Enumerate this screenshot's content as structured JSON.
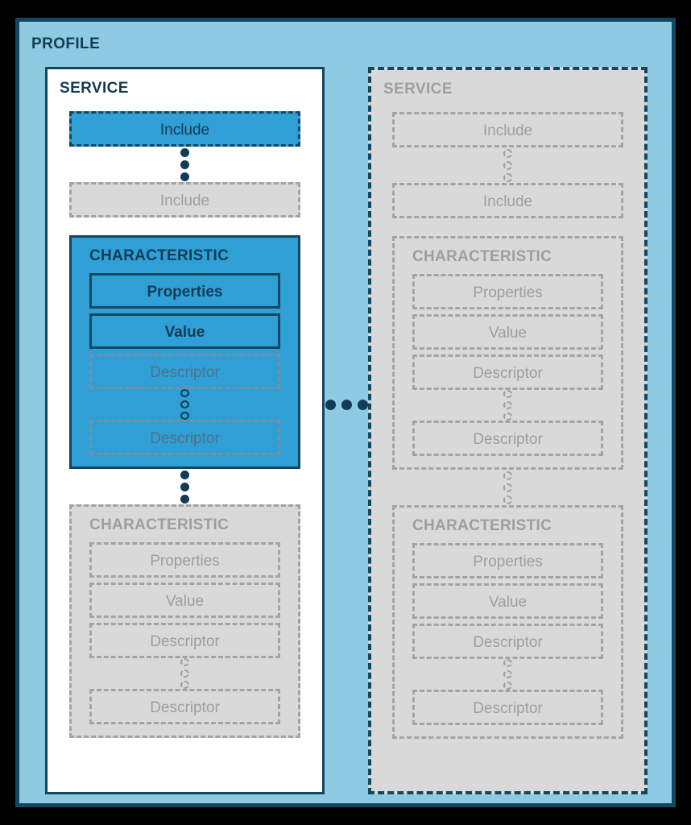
{
  "diagram": {
    "type": "nested-block-diagram",
    "profile": {
      "title": "PROFILE"
    },
    "ellipsis_between_services": "horizontal-three-dots",
    "services": [
      {
        "id": "service-active",
        "title": "SERVICE",
        "state": "active",
        "items": [
          {
            "kind": "include",
            "label": "Include",
            "state": "active"
          },
          {
            "kind": "ellipsis",
            "style": "filled-navy"
          },
          {
            "kind": "include",
            "label": "Include",
            "state": "ghost"
          },
          {
            "kind": "characteristic",
            "title": "CHARACTERISTIC",
            "state": "active",
            "rows": [
              {
                "label": "Properties",
                "state": "active"
              },
              {
                "label": "Value",
                "state": "active"
              },
              {
                "label": "Descriptor",
                "state": "ghost-on-blue"
              },
              {
                "kind": "ellipsis",
                "style": "hollow-navy"
              },
              {
                "label": "Descriptor",
                "state": "ghost-on-blue"
              }
            ]
          },
          {
            "kind": "ellipsis",
            "style": "filled-navy"
          },
          {
            "kind": "characteristic",
            "title": "CHARACTERISTIC",
            "state": "ghost",
            "rows": [
              {
                "label": "Properties",
                "state": "ghost"
              },
              {
                "label": "Value",
                "state": "ghost"
              },
              {
                "label": "Descriptor",
                "state": "ghost"
              },
              {
                "kind": "ellipsis",
                "style": "dashed-gray"
              },
              {
                "label": "Descriptor",
                "state": "ghost"
              }
            ]
          }
        ]
      },
      {
        "id": "service-ghost",
        "title": "SERVICE",
        "state": "ghost",
        "items": [
          {
            "kind": "include",
            "label": "Include",
            "state": "ghost"
          },
          {
            "kind": "ellipsis",
            "style": "dashed-gray"
          },
          {
            "kind": "include",
            "label": "Include",
            "state": "ghost"
          },
          {
            "kind": "characteristic",
            "title": "CHARACTERISTIC",
            "state": "ghost",
            "rows": [
              {
                "label": "Properties",
                "state": "ghost"
              },
              {
                "label": "Value",
                "state": "ghost"
              },
              {
                "label": "Descriptor",
                "state": "ghost"
              },
              {
                "kind": "ellipsis",
                "style": "dashed-gray"
              },
              {
                "label": "Descriptor",
                "state": "ghost"
              }
            ]
          },
          {
            "kind": "ellipsis",
            "style": "dashed-gray"
          },
          {
            "kind": "characteristic",
            "title": "CHARACTERISTIC",
            "state": "ghost",
            "rows": [
              {
                "label": "Properties",
                "state": "ghost"
              },
              {
                "label": "Value",
                "state": "ghost"
              },
              {
                "label": "Descriptor",
                "state": "ghost"
              },
              {
                "kind": "ellipsis",
                "style": "dashed-gray"
              },
              {
                "label": "Descriptor",
                "state": "ghost"
              }
            ]
          }
        ]
      }
    ],
    "colors": {
      "frame_black": "#000000",
      "profile_fill": "#8ecae2",
      "profile_border": "#13465f",
      "accent_blue": "#2f9fd6",
      "navy_text": "#123c54",
      "ghost_fill": "#d9d9d9",
      "ghost_border": "#a3a3a3",
      "ghost_text": "#9e9e9e",
      "panel_white": "#ffffff"
    }
  }
}
